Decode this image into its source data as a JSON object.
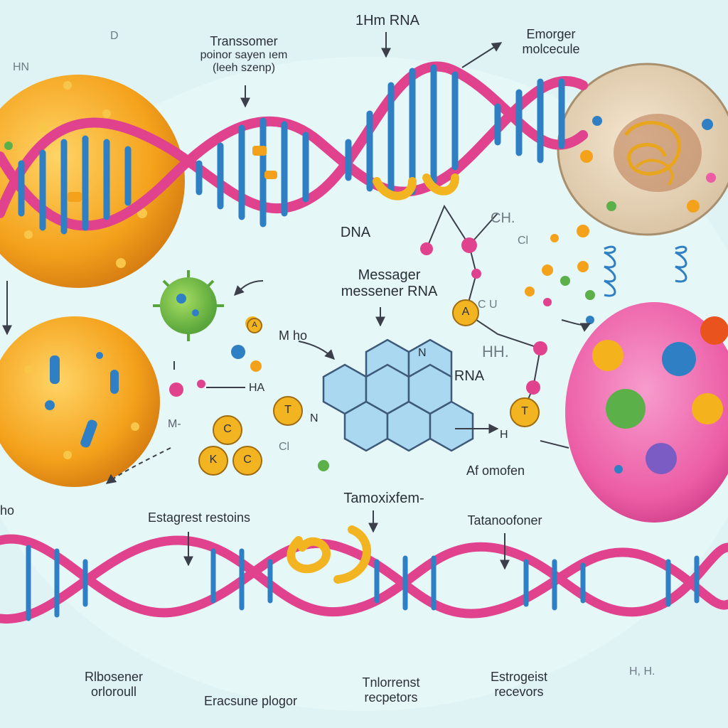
{
  "labels": {
    "transsomer_line1": "Transsomer",
    "transsomer_line2": "poinor sayen ıem",
    "transsomer_line3": "(leeh szenp)",
    "hm_rna": "1Hm RNA",
    "emorger_line1": "Emorger",
    "emorger_line2": "molcecule",
    "dna": "DNA",
    "messager_line1": "Messager",
    "messager_line2": "messener RNA",
    "rna": "RNA",
    "af_omofen": "Af omofen",
    "tamoxifem": "Tamoxixfem-",
    "estagrest": "Estagrest restoins",
    "tatanoo": "Tatanoofoner",
    "ribosener_line1": "Rlbosener",
    "ribosener_line2": "orloroull",
    "eracsune": "Eracsune plogor",
    "tnlorrenst_line1": "Tnlorrenst",
    "tnlorrenst_line2": "recpetors",
    "estrogeist_line1": "Estrogeist",
    "estrogeist_line2": "recevors",
    "ch": "CH.",
    "cl": "Cl",
    "hh": "HH.",
    "h_right": "H",
    "mho": "M ho",
    "ha": "HA",
    "m_dash": "M-",
    "cl_small": "Cl",
    "n_left": "N",
    "n_top": "N",
    "ho": "ho",
    "h_n": "HN",
    "d_top": "D",
    "h_bottom": "H,  H.",
    "c_u": "C  U"
  },
  "nucleotides": {
    "c1": "C",
    "k": "K",
    "c2": "C",
    "t_left": "T",
    "t_right": "T",
    "a": "A",
    "small_a": "A"
  },
  "colors": {
    "background": "#dff3f4",
    "backbone_pink": "#e0428e",
    "base_blue": "#2f7fc4",
    "cell_orange": "#f4a21c",
    "cell_pink": "#ec5da6",
    "hexagon_blue": "#a9d8f0",
    "tamoxifen_yellow": "#f2b521"
  }
}
